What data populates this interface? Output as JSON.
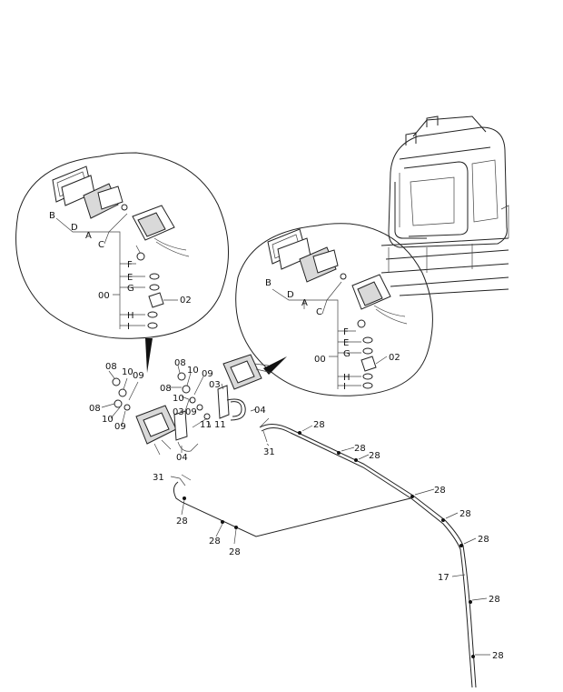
{
  "callout_left": {
    "letters": [
      "B",
      "D",
      "A",
      "C",
      "F",
      "E",
      "G",
      "H",
      "I"
    ],
    "assembly": "00",
    "bracket": "02"
  },
  "callout_right": {
    "letters": [
      "B",
      "D",
      "A",
      "C",
      "F",
      "E",
      "G",
      "H",
      "I"
    ],
    "assembly": "00",
    "bracket": "02"
  },
  "parts": {
    "p08": "08",
    "p09": "09",
    "p10": "10",
    "p11": "11",
    "p03": "03",
    "p04": "04",
    "p31": "31",
    "p28": "28",
    "p17": "17"
  }
}
